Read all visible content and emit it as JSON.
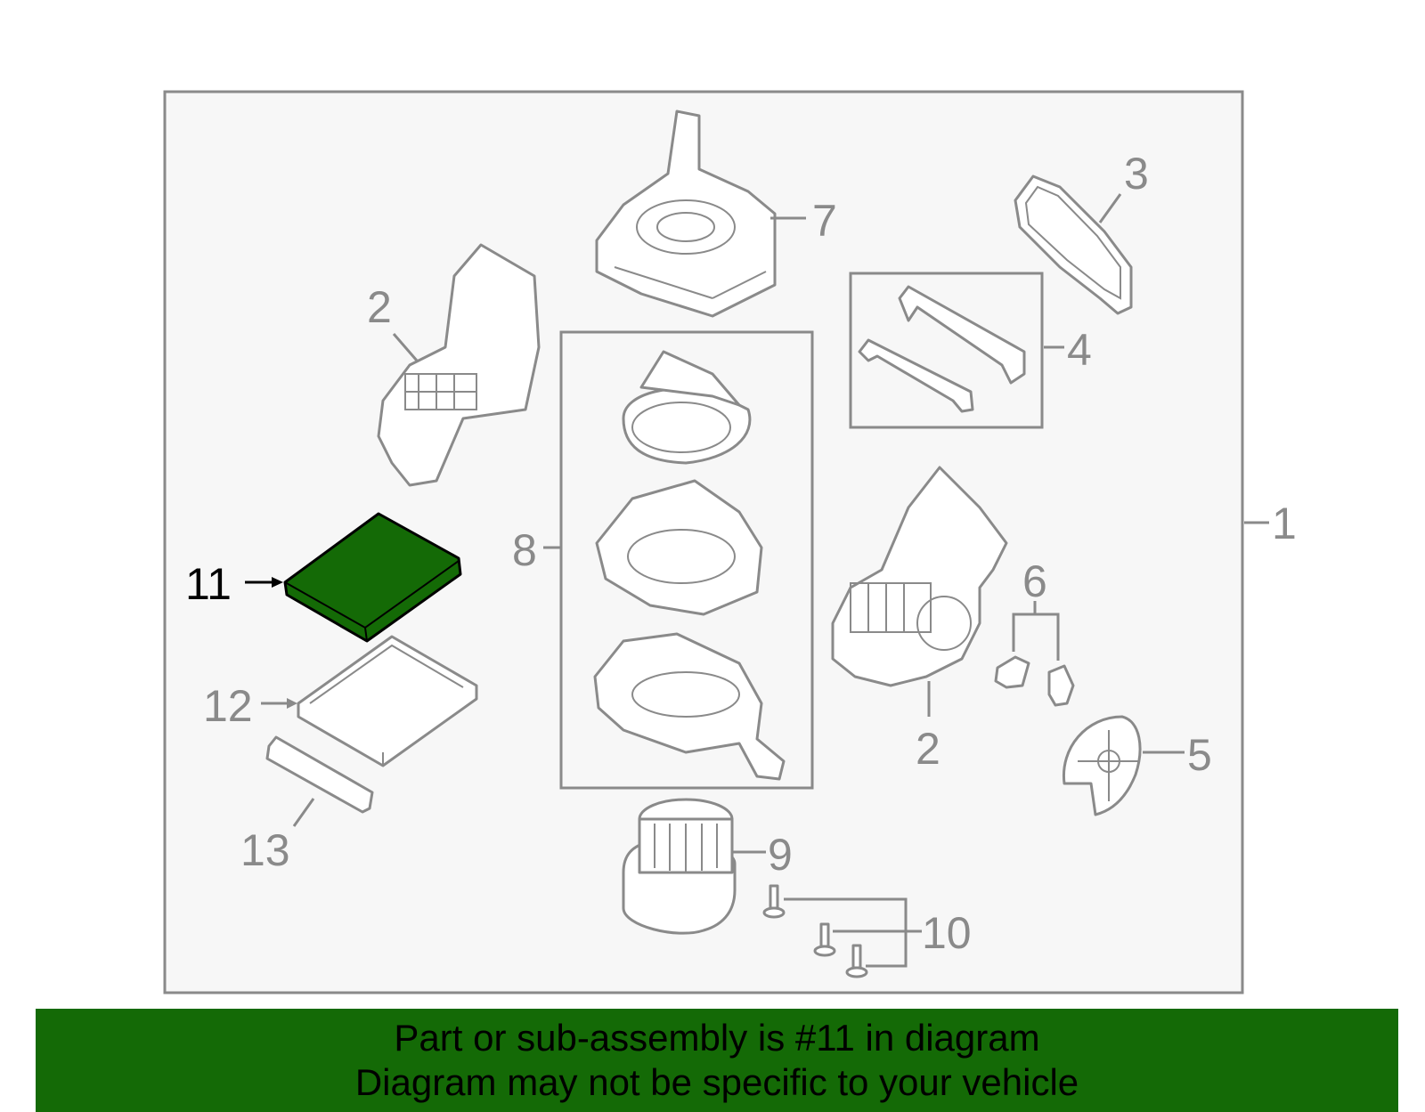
{
  "diagram": {
    "highlight_color": "#146a06",
    "outline_color": "#8a8a8a",
    "callouts": [
      {
        "id": "1",
        "label": "1"
      },
      {
        "id": "2a",
        "label": "2"
      },
      {
        "id": "2b",
        "label": "2"
      },
      {
        "id": "3",
        "label": "3"
      },
      {
        "id": "4",
        "label": "4"
      },
      {
        "id": "5",
        "label": "5"
      },
      {
        "id": "6",
        "label": "6"
      },
      {
        "id": "7",
        "label": "7"
      },
      {
        "id": "8",
        "label": "8"
      },
      {
        "id": "9",
        "label": "9"
      },
      {
        "id": "10",
        "label": "10"
      },
      {
        "id": "11",
        "label": "11",
        "highlighted": true
      },
      {
        "id": "12",
        "label": "12"
      },
      {
        "id": "13",
        "label": "13"
      }
    ]
  },
  "banner": {
    "line1": "Part or sub-assembly is #11 in diagram",
    "line2": "Diagram may not be specific to your vehicle",
    "background_color": "#146a06"
  }
}
